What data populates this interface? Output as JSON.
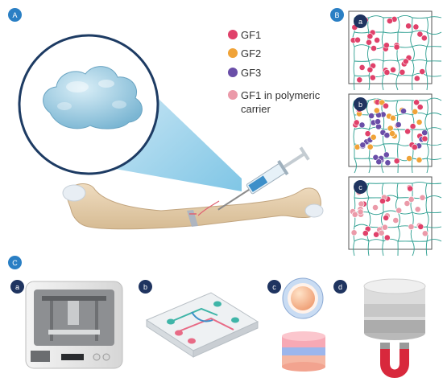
{
  "panels": {
    "A": {
      "badge": "A"
    },
    "B": {
      "badge": "B",
      "sub": [
        "a",
        "b",
        "c"
      ]
    },
    "C": {
      "badge": "C",
      "sub": [
        "a",
        "b",
        "c",
        "d"
      ]
    }
  },
  "legend": [
    {
      "label": "GF1",
      "color": "#e0416a"
    },
    {
      "label": "GF2",
      "color": "#f0a338"
    },
    {
      "label": "GF3",
      "color": "#6a4ea8"
    },
    {
      "label": "GF1 in polymeric carrier",
      "color": "#eb9aa9"
    }
  ]
}
